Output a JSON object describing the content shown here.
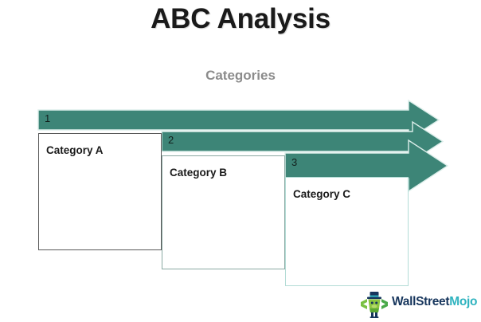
{
  "page": {
    "title": "ABC Analysis",
    "subtitle": "Categories",
    "background_color": "#ffffff"
  },
  "colors": {
    "arrow_teal": "#3d8577",
    "arrow_teal_edge": "#d9ece8",
    "title_color": "#1a1a1a",
    "subtitle_color": "#8c8c8c",
    "box_a_border": "#595959",
    "box_b_border": "#8aa9a2",
    "box_c_border": "#b3dcd6",
    "logo_dark": "#17365d",
    "logo_teal": "#2fb3bf",
    "logo_mascot_green": "#6ab04c"
  },
  "diagram": {
    "type": "staggered-arrow-process",
    "steps": [
      {
        "number": "1",
        "label": "Category A"
      },
      {
        "number": "2",
        "label": "Category B"
      },
      {
        "number": "3",
        "label": "Category C"
      }
    ]
  },
  "logo": {
    "mark_name": "wallstreetmojo-bull-mascot",
    "text_primary": "WallStreet",
    "text_accent": "Mojo"
  }
}
